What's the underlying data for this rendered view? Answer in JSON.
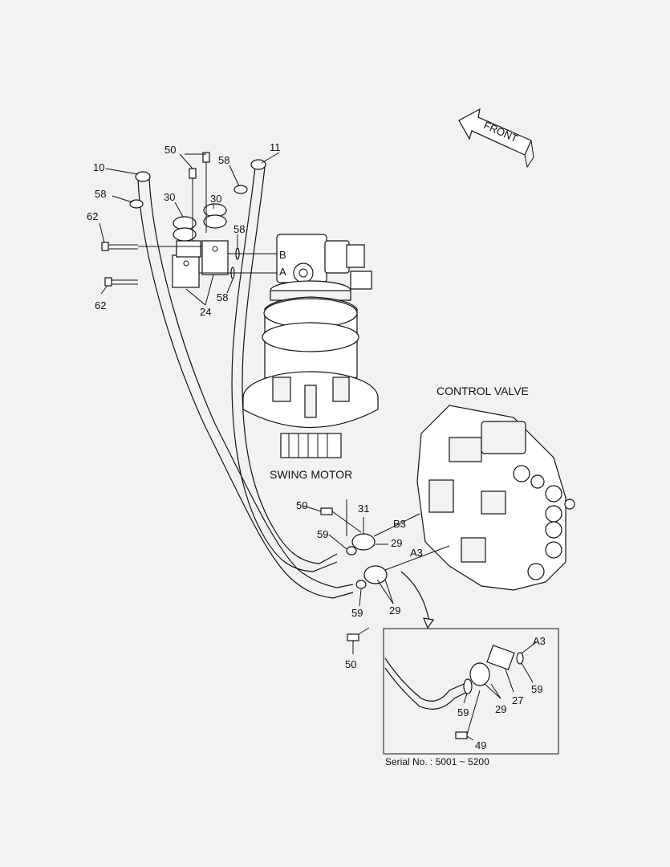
{
  "front_arrow": {
    "label": "FRONT"
  },
  "captions": {
    "control_valve": "CONTROL VALVE",
    "swing_motor": "SWING MOTOR",
    "serial": "Serial No. : 5001 ~ 5200"
  },
  "port_labels": {
    "b": "B",
    "a": "A",
    "b3": "B3",
    "a3": "A3",
    "a3_detail": "A3"
  },
  "callouts": {
    "c10": "10",
    "c11": "11",
    "c50_top": "50",
    "c30_left": "30",
    "c30_right": "30",
    "c58_top": "58",
    "c58_left": "58",
    "c58_mid": "58",
    "c58_low": "58",
    "c62_top": "62",
    "c62_bottom": "62",
    "c24": "24",
    "c50_mid": "50",
    "c31": "31",
    "c59_a": "59",
    "c29_a": "29",
    "c29_b": "29",
    "c59_b": "59",
    "c50_low": "50",
    "d59_a": "59",
    "d59_b": "59",
    "d29": "29",
    "d27": "27",
    "d49": "49"
  }
}
